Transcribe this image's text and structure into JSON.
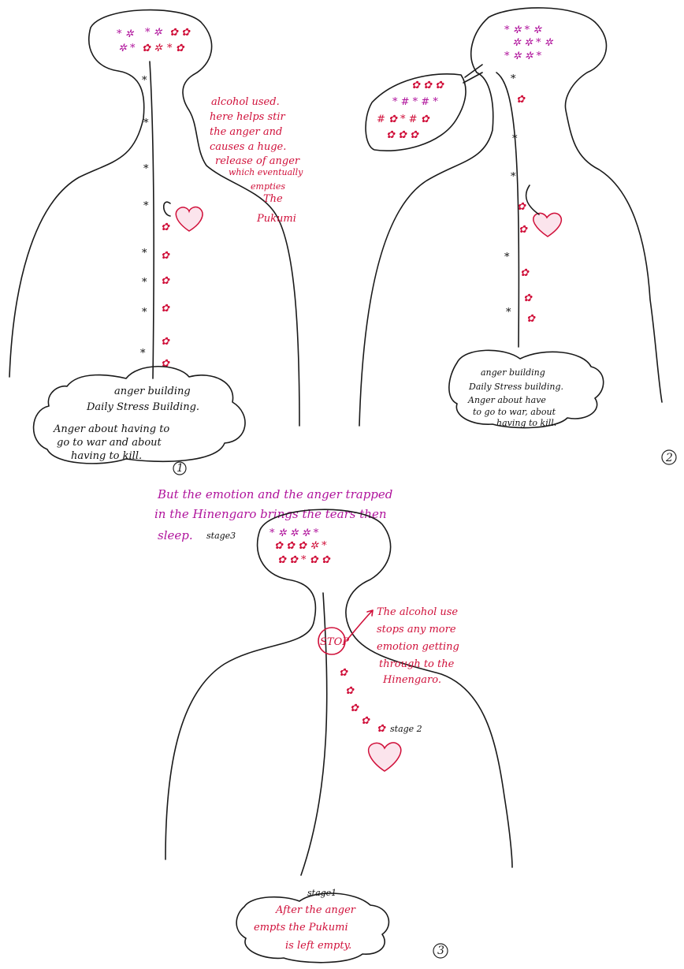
{
  "panel1": {
    "number": "1",
    "bottom_cloud": {
      "lines": [
        "anger building",
        "Daily Stress Building.",
        "Anger about having to",
        "go to war and about",
        "having to kill."
      ]
    },
    "side_note": {
      "lines": [
        "alcohol used.",
        "here helps stir",
        "the anger and",
        "causes a huge.",
        "release of anger",
        "which eventually",
        "empties",
        "The",
        "Pukumi"
      ]
    }
  },
  "panel2": {
    "number": "2",
    "bottom_cloud": {
      "lines": [
        "anger building",
        "Daily Stress building.",
        "Anger about have",
        "to go to war, about",
        "having to kill."
      ]
    }
  },
  "panel3": {
    "number": "3",
    "top_note": {
      "lines": [
        "But the emotion and the anger trapped",
        "in the Hinengaro brings the tears then",
        "sleep."
      ]
    },
    "stage3_label": "stage3",
    "stop_label": "STOP",
    "side_note": {
      "lines": [
        "The alcohol use",
        "stops any more",
        "emotion getting",
        "through to the",
        "Hinengaro."
      ]
    },
    "stage2_label": "stage 2",
    "stage1_label": "stage1",
    "bottom_cloud": {
      "lines": [
        "After the anger",
        "empts the Pukumi",
        "is left empty."
      ]
    }
  },
  "colors": {
    "ink": "#1a1a1a",
    "red": "#d0103a",
    "magenta": "#b0149c",
    "teal": "#127a6a"
  }
}
